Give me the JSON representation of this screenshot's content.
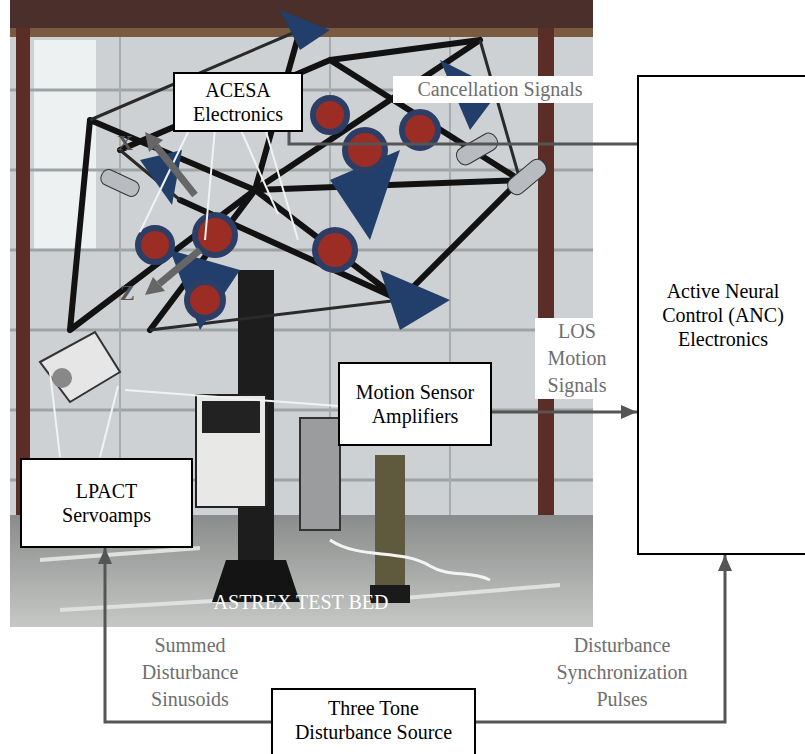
{
  "diagram": {
    "nodes": [
      {
        "text": [
          "ACESA Electronics"
        ]
      },
      {
        "text": [
          "Active Neural Control (ANC) Electronics"
        ]
      },
      {
        "text": [
          "Motion Sensor Amplifiers"
        ]
      },
      {
        "text": [
          "LPACT Servoamps"
        ]
      },
      {
        "text": [
          "Three Tone Disturbance Source"
        ]
      }
    ],
    "edges": [
      {
        "from": 1,
        "to": 0,
        "arrow": "none",
        "label": "Cancellation Signals"
      },
      {
        "from": 2,
        "to": 1,
        "arrow": "to",
        "label": "LOS Motion Signals"
      },
      {
        "from": 4,
        "to": 3,
        "arrow": "to",
        "label": "Summed Disturbance Sinusoids"
      },
      {
        "from": 4,
        "to": 1,
        "arrow": "to",
        "label": "Disturbance Synchronization Pulses"
      }
    ],
    "labels": [
      "X",
      "Z",
      "ASTREX TEST BED"
    ]
  }
}
